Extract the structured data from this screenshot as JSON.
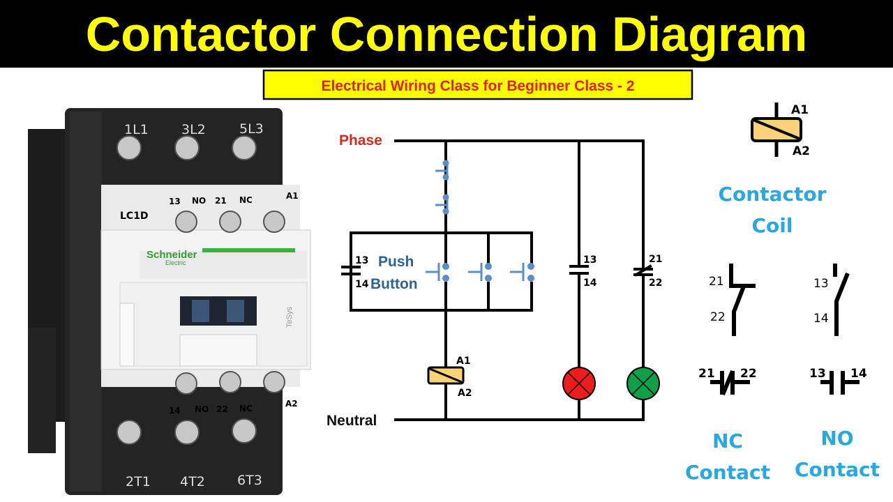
{
  "title": "Contactor Connection Diagram",
  "subtitle": "Electrical Wiring Class for Beginner Class - 2",
  "colors": {
    "title_bg": "#000000",
    "title_text": "#ffff00",
    "subtitle_bg": "#ffff00",
    "subtitle_text": "#e0201a",
    "phase": "#d42a20",
    "label_blue": "#29a8e0",
    "push_button": "#5b8fc7",
    "coil_fill": "#f9d27a",
    "lamp_red": "#ee1c1c",
    "lamp_green": "#10a04a"
  },
  "photo": {
    "model": "LC1D",
    "brand": "Schneider",
    "brand_sub": "Electric",
    "series": "TeSys",
    "top_terminals": [
      "1L1",
      "3L2",
      "5L3"
    ],
    "bottom_terminals": [
      "2T1",
      "4T2",
      "6T3"
    ],
    "aux_top": [
      "13",
      "NO",
      "21",
      "NC",
      "A1"
    ],
    "aux_bottom": [
      "14",
      "NO",
      "22",
      "NC",
      "A2"
    ]
  },
  "circuit": {
    "phase": "Phase",
    "neutral": "Neutral",
    "push_button_line1": "Push",
    "push_button_line2": "Button",
    "holding_contact": [
      "13",
      "14"
    ],
    "lamp1_contact": [
      "13",
      "14"
    ],
    "lamp2_contact": [
      "21",
      "22"
    ],
    "coil": [
      "A1",
      "A2"
    ]
  },
  "legend": {
    "coil_terminals": [
      "A1",
      "A2"
    ],
    "coil_line1": "Contactor",
    "coil_line2": "Coil",
    "nc_terminals": [
      "21",
      "22"
    ],
    "no_terminals": [
      "13",
      "14"
    ],
    "nc_label1": "NC",
    "nc_label2": "Contact",
    "no_label1": "NO",
    "no_label2": "Contact"
  }
}
